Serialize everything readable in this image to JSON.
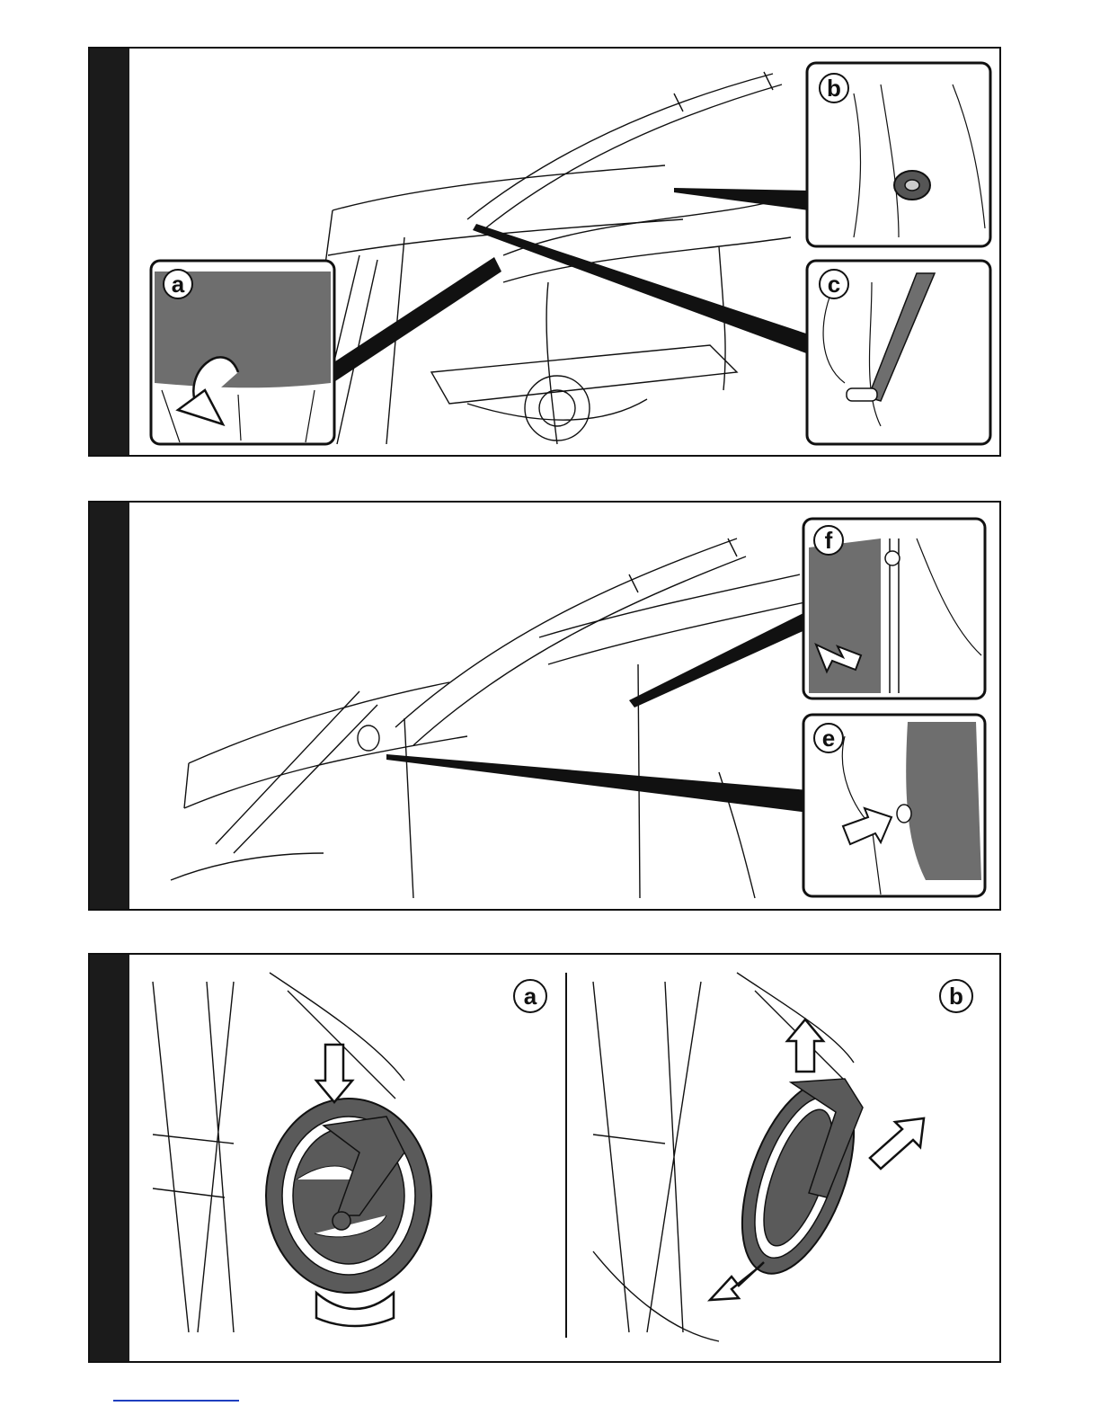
{
  "panels": [
    {
      "id": "panel-1",
      "insets": [
        {
          "label": "a",
          "fill": "#6e6e6e"
        },
        {
          "label": "b",
          "fill": "#ffffff"
        },
        {
          "label": "c",
          "fill": "#ffffff"
        }
      ]
    },
    {
      "id": "panel-2",
      "insets": [
        {
          "label": "f",
          "fill": "#6e6e6e"
        },
        {
          "label": "e",
          "fill": "#6e6e6e"
        }
      ]
    },
    {
      "id": "panel-3",
      "steps": [
        {
          "label": "a"
        },
        {
          "label": "b"
        }
      ]
    }
  ],
  "colors": {
    "border": "#111111",
    "bar": "#1b1b1b",
    "gray": "#6e6e6e",
    "footer_line": "#1f3fbf"
  }
}
